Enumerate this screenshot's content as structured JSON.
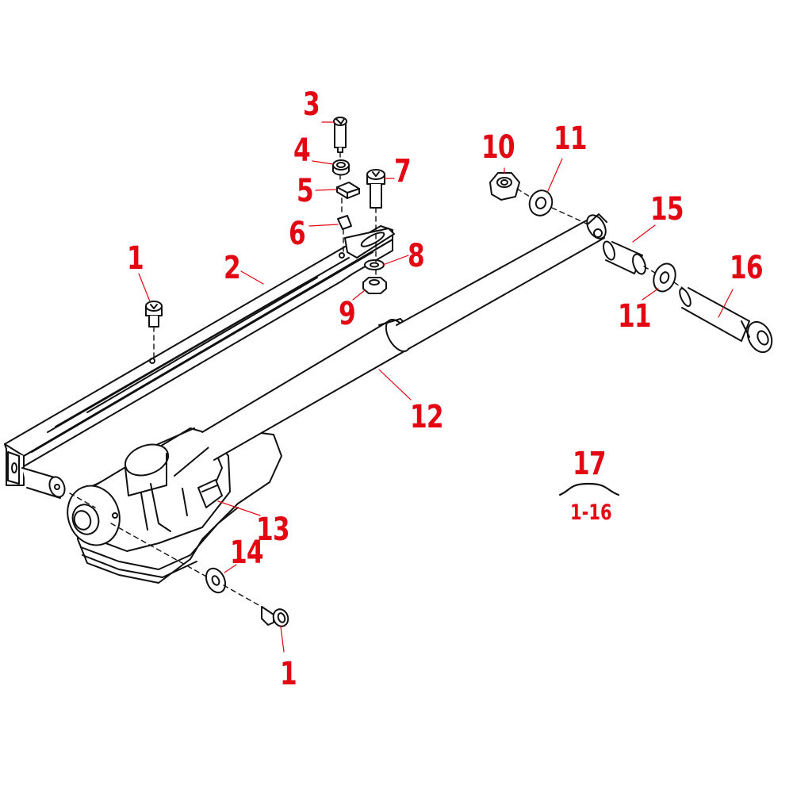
{
  "callout_color": "#e30613",
  "line_color": "#111111",
  "callouts": {
    "c1_top": "1",
    "c1_bottom": "1",
    "c2": "2",
    "c3": "3",
    "c4": "4",
    "c5": "5",
    "c6": "6",
    "c7": "7",
    "c8": "8",
    "c9": "9",
    "c10": "10",
    "c11_top": "11",
    "c11_bottom": "11",
    "c12": "12",
    "c13": "13",
    "c14": "14",
    "c15": "15",
    "c16": "16",
    "c17": "17"
  },
  "kit": {
    "range": "1-16"
  }
}
